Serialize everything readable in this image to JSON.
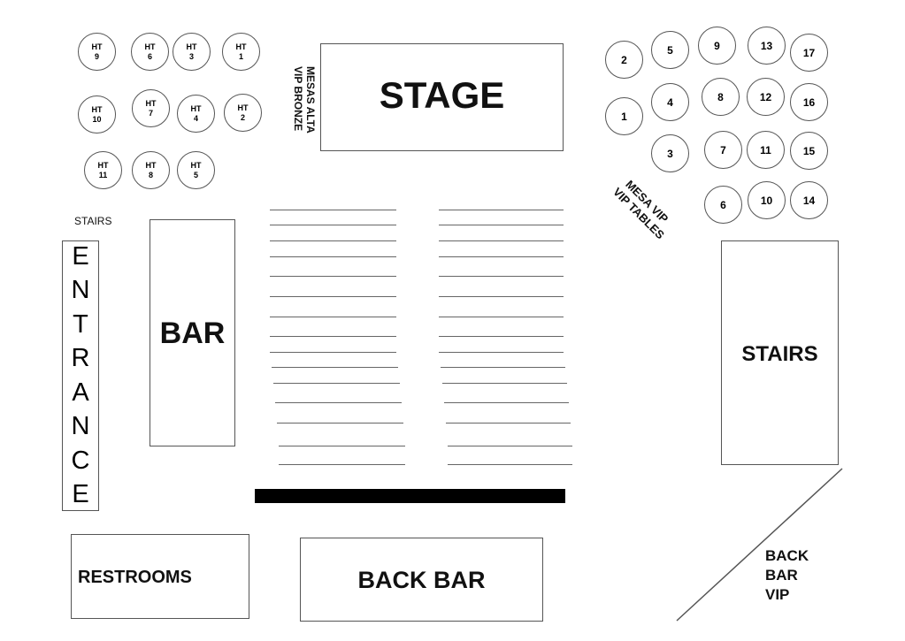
{
  "labels": {
    "stage": "STAGE",
    "bar": "BAR",
    "stairs_small": "STAIRS",
    "stairs_big": "STAIRS",
    "restrooms": "RESTROOMS",
    "back_bar": "BACK BAR",
    "back_bar_vip_line1": "BACK",
    "back_bar_vip_line2": "BAR",
    "back_bar_vip_line3": "VIP",
    "mesas_line1": "MESAS ALTA",
    "mesas_line2": "VIP BRONZE",
    "mesa_vip_line1": "MESA VIP",
    "mesa_vip_line2": "VIP TABLES",
    "entrance": [
      "E",
      "N",
      "T",
      "R",
      "A",
      "N",
      "C",
      "E"
    ]
  },
  "high_tables": [
    {
      "prefix": "HT",
      "num": "9"
    },
    {
      "prefix": "HT",
      "num": "6"
    },
    {
      "prefix": "HT",
      "num": "3"
    },
    {
      "prefix": "HT",
      "num": "1"
    },
    {
      "prefix": "HT",
      "num": "10"
    },
    {
      "prefix": "HT",
      "num": "7"
    },
    {
      "prefix": "HT",
      "num": "4"
    },
    {
      "prefix": "HT",
      "num": "2"
    },
    {
      "prefix": "HT",
      "num": "11"
    },
    {
      "prefix": "HT",
      "num": "8"
    },
    {
      "prefix": "HT",
      "num": "5"
    }
  ],
  "vip_tables": [
    "2",
    "5",
    "9",
    "13",
    "17",
    "1",
    "4",
    "8",
    "12",
    "16",
    "3",
    "7",
    "11",
    "15",
    "6",
    "10",
    "14"
  ]
}
